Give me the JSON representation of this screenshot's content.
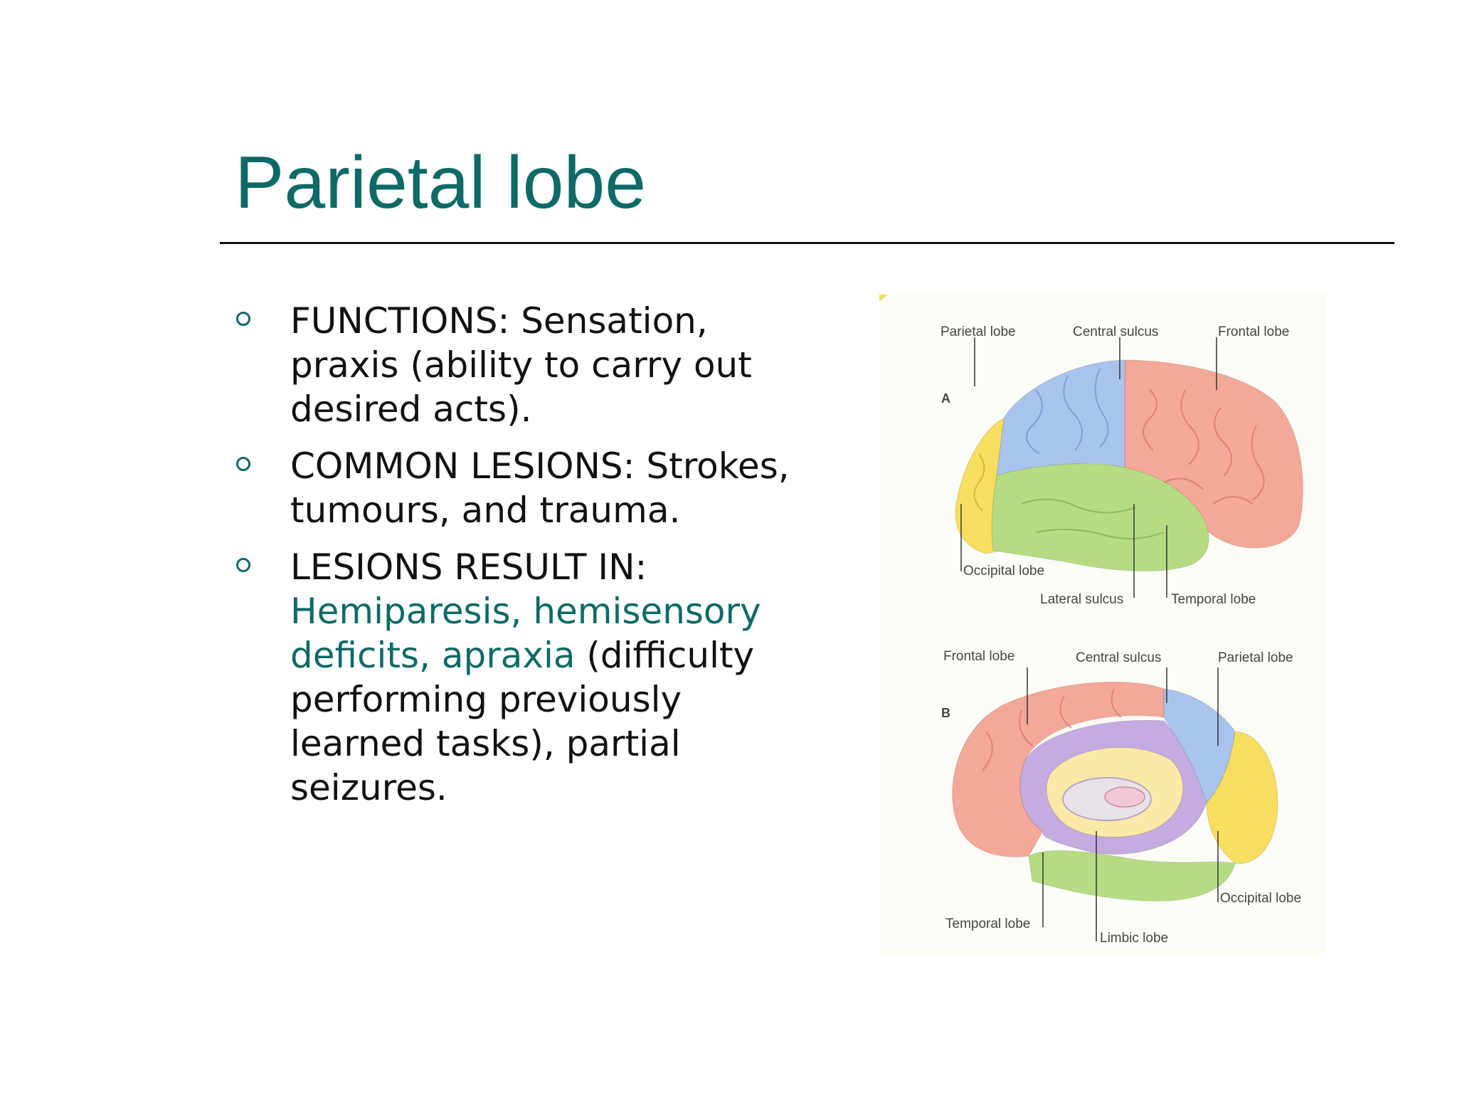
{
  "slide": {
    "title": "Parietal lobe",
    "accent_color": "#0e6a66",
    "bullets": [
      {
        "lead": "FUNCTIONS: Sensation, praxis (ability to carry out desired acts).",
        "highlight": "",
        "trail": ""
      },
      {
        "lead": "COMMON LESIONS: Strokes, tumours, and trauma.",
        "highlight": "",
        "trail": ""
      },
      {
        "lead": "LESIONS RESULT IN: ",
        "highlight": "Hemiparesis, hemisensory deficits, apraxia",
        "trail": " (difficulty performing previously learned tasks), partial seizures."
      }
    ]
  },
  "figure": {
    "panel_a": {
      "letter": "A",
      "labels": {
        "parietal": "Parietal lobe",
        "central": "Central sulcus",
        "frontal": "Frontal lobe",
        "occipital": "Occipital lobe",
        "lateral": "Lateral sulcus",
        "temporal": "Temporal lobe"
      }
    },
    "panel_b": {
      "letter": "B",
      "labels": {
        "frontal": "Frontal lobe",
        "central": "Central sulcus",
        "parietal": "Parietal lobe",
        "occipital": "Occipital lobe",
        "temporal": "Temporal lobe",
        "limbic": "Limbic lobe"
      }
    },
    "colors": {
      "frontal": "#f4a898",
      "parietal": "#a9c4ec",
      "occipital": "#f7de5e",
      "temporal": "#b5dc82",
      "limbic": "#c4abe0",
      "corpus": "#fbe9a8"
    }
  }
}
